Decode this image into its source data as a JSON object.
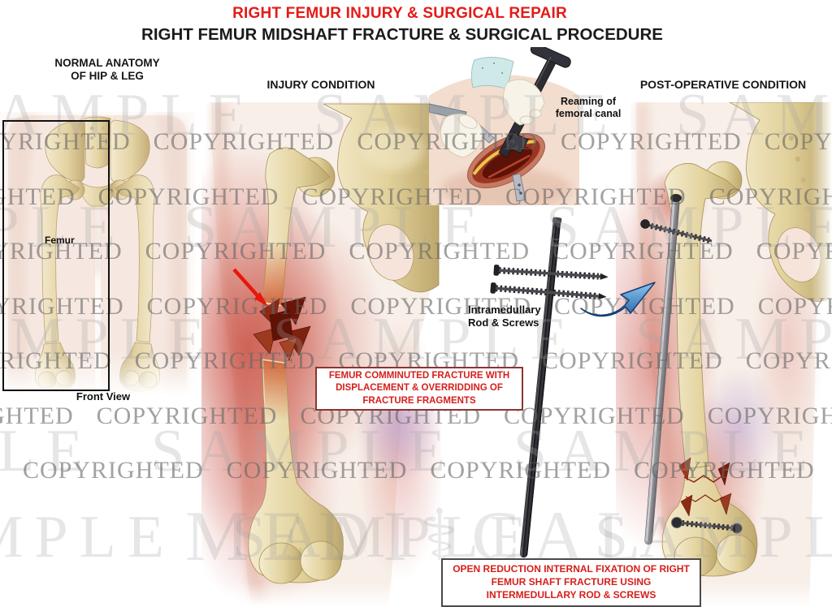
{
  "titles": {
    "line1": "RIGHT FEMUR INJURY & SURGICAL REPAIR",
    "line2": "RIGHT FEMUR MIDSHAFT FRACTURE & SURGICAL PROCEDURE"
  },
  "panels": {
    "normal_anatomy": {
      "heading_line1": "NORMAL ANATOMY",
      "heading_line2": "OF HIP & LEG",
      "bone_label": "Femur",
      "caption": "Front View"
    },
    "injury": {
      "heading": "INJURY CONDITION"
    },
    "surgical_inset": {
      "label_line1": "Reaming of",
      "label_line2": "femoral canal"
    },
    "hardware": {
      "label_line1": "Intramedullary",
      "label_line2": "Rod & Screws"
    },
    "postop": {
      "heading": "POST-OPERATIVE CONDITION"
    }
  },
  "callouts": {
    "fracture_box": {
      "line1": "FEMUR COMMINUTED FRACTURE WITH",
      "line2": "DISPLACEMENT & OVERRIDDING OF",
      "line3": "FRACTURE FRAGMENTS"
    },
    "procedure_box": {
      "line1": "OPEN REDUCTION INTERNAL FIXATION OF RIGHT",
      "line2": "FEMUR SHAFT FRACTURE USING",
      "line3": "INTERMEDULLARY ROD & SCREWS"
    }
  },
  "watermarks": {
    "copyrighted": "COPYRIGHTED",
    "sample": "SAMPLE",
    "medical_left": "MEDI",
    "medical_symbol": "⚕",
    "medical_right": "CAL"
  },
  "colors": {
    "title_red": "#e41b17",
    "heading_black": "#1b1b1b",
    "callout_red": "#d51f1a",
    "watermark_gray": "#646464",
    "bone_tan": "#e4d5a2",
    "inflammation_red": "#c23a2c",
    "bruise_purple": "#b79ed2",
    "rod_black": "#1b1b1e",
    "metal_gray": "#8f8f94",
    "arrow_blue": "#4e9ad8",
    "arrow_red": "#e8170c"
  }
}
